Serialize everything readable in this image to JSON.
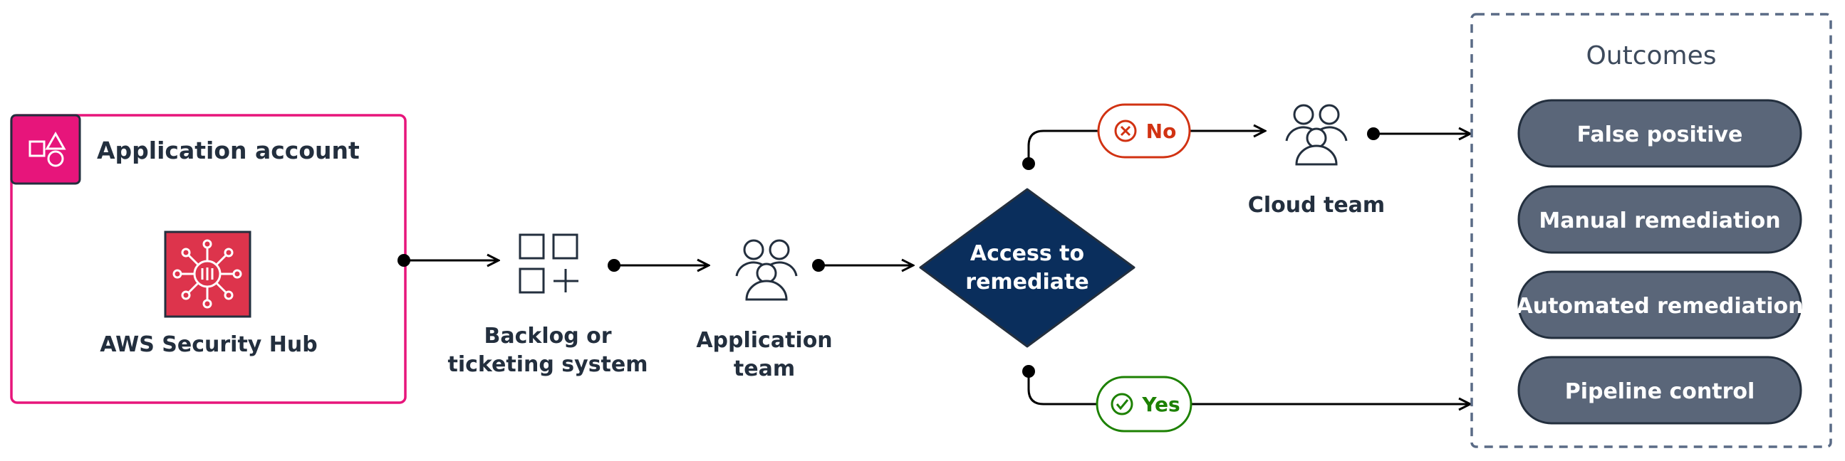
{
  "account": {
    "title": "Application account",
    "service": "AWS Security Hub"
  },
  "backlog": {
    "line1": "Backlog or",
    "line2": "ticketing system"
  },
  "app_team": {
    "line1": "Application",
    "line2": "team"
  },
  "decision": {
    "line1": "Access to",
    "line2": "remediate"
  },
  "branch_no": {
    "label": "No"
  },
  "branch_yes": {
    "label": "Yes"
  },
  "cloud_team": {
    "label": "Cloud team"
  },
  "outcomes": {
    "title": "Outcomes",
    "items": [
      {
        "label": "False positive"
      },
      {
        "label": "Manual remediation"
      },
      {
        "label": "Automated remediation"
      },
      {
        "label": "Pipeline control"
      }
    ]
  },
  "colors": {
    "account_border": "#e7157b",
    "security_hub": "#dd344c",
    "decision_fill": "#0a2e5c",
    "no_red": "#d13212",
    "yes_green": "#1d8102",
    "outcome_fill": "#5a6679",
    "dashed_border": "#5a6b86",
    "text": "#232f3e"
  }
}
